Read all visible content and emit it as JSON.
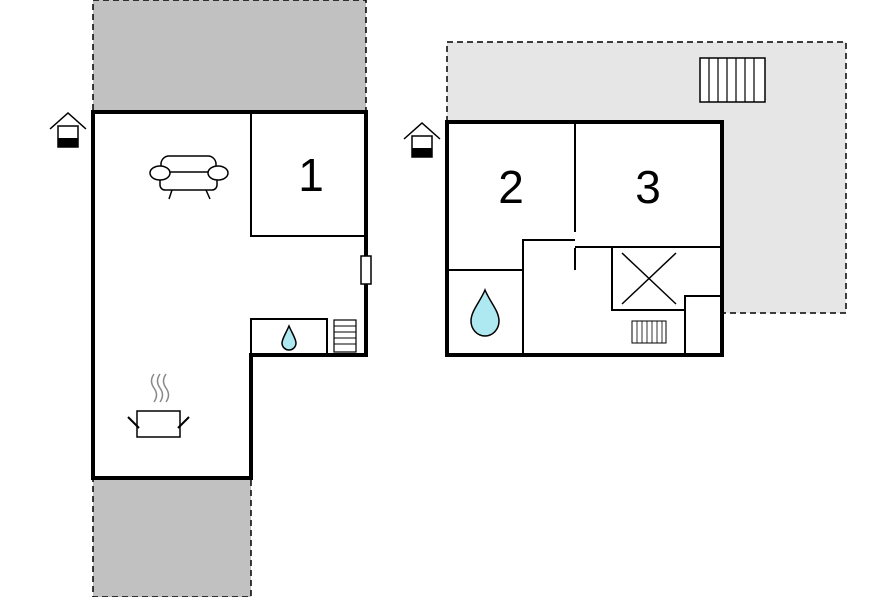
{
  "rooms": {
    "room_1": "1",
    "room_2": "2",
    "room_3": "3"
  },
  "icons": [
    "entrance-icon",
    "sofa-icon",
    "cooking-pot-icon",
    "water-drop-icon",
    "radiator-icon",
    "stairs-icon",
    "window-icon",
    "shaft-icon"
  ],
  "colors": {
    "terrace_dark": "#c1c1c1",
    "terrace_light": "#e6e6e6",
    "water": "#aee8f0",
    "wall": "#000000"
  }
}
